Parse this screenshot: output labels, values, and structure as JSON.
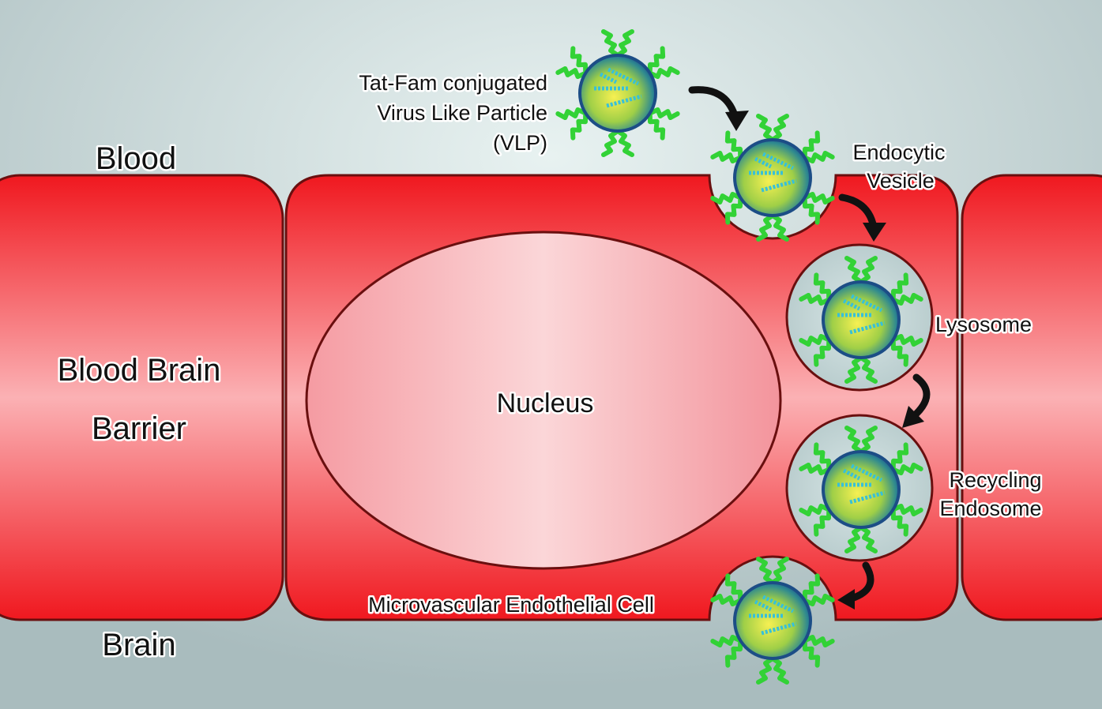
{
  "labels": {
    "blood": "Blood",
    "brain": "Brain",
    "bbb_line1": "Blood  Brain",
    "bbb_line2": "Barrier",
    "nucleus": "Nucleus",
    "vlp_line1": "Tat-Fam conjugated",
    "vlp_line2": "Virus Like Particle",
    "vlp_line3": "(VLP)",
    "endocytic_line1": "Endocytic",
    "endocytic_line2": "Vesicle",
    "lysosome": "Lysosome",
    "recycling_line1": "Recycling",
    "recycling_line2": "Endosome",
    "cell": "Microvascular Endothelial Cell"
  },
  "colors": {
    "cell_red": "#f4262b",
    "cell_pink": "#fbb6b8",
    "outline": "#6a0f0f",
    "background": "#c3d6d7",
    "particle_core": "#e9e641",
    "particle_shell": "#1f5a93",
    "ligand_green": "#34d33a",
    "arrow": "#111111"
  },
  "particles": [
    "free-vlp",
    "endocytic-vesicle",
    "lysosome",
    "recycling-endosome",
    "released-vlp"
  ]
}
